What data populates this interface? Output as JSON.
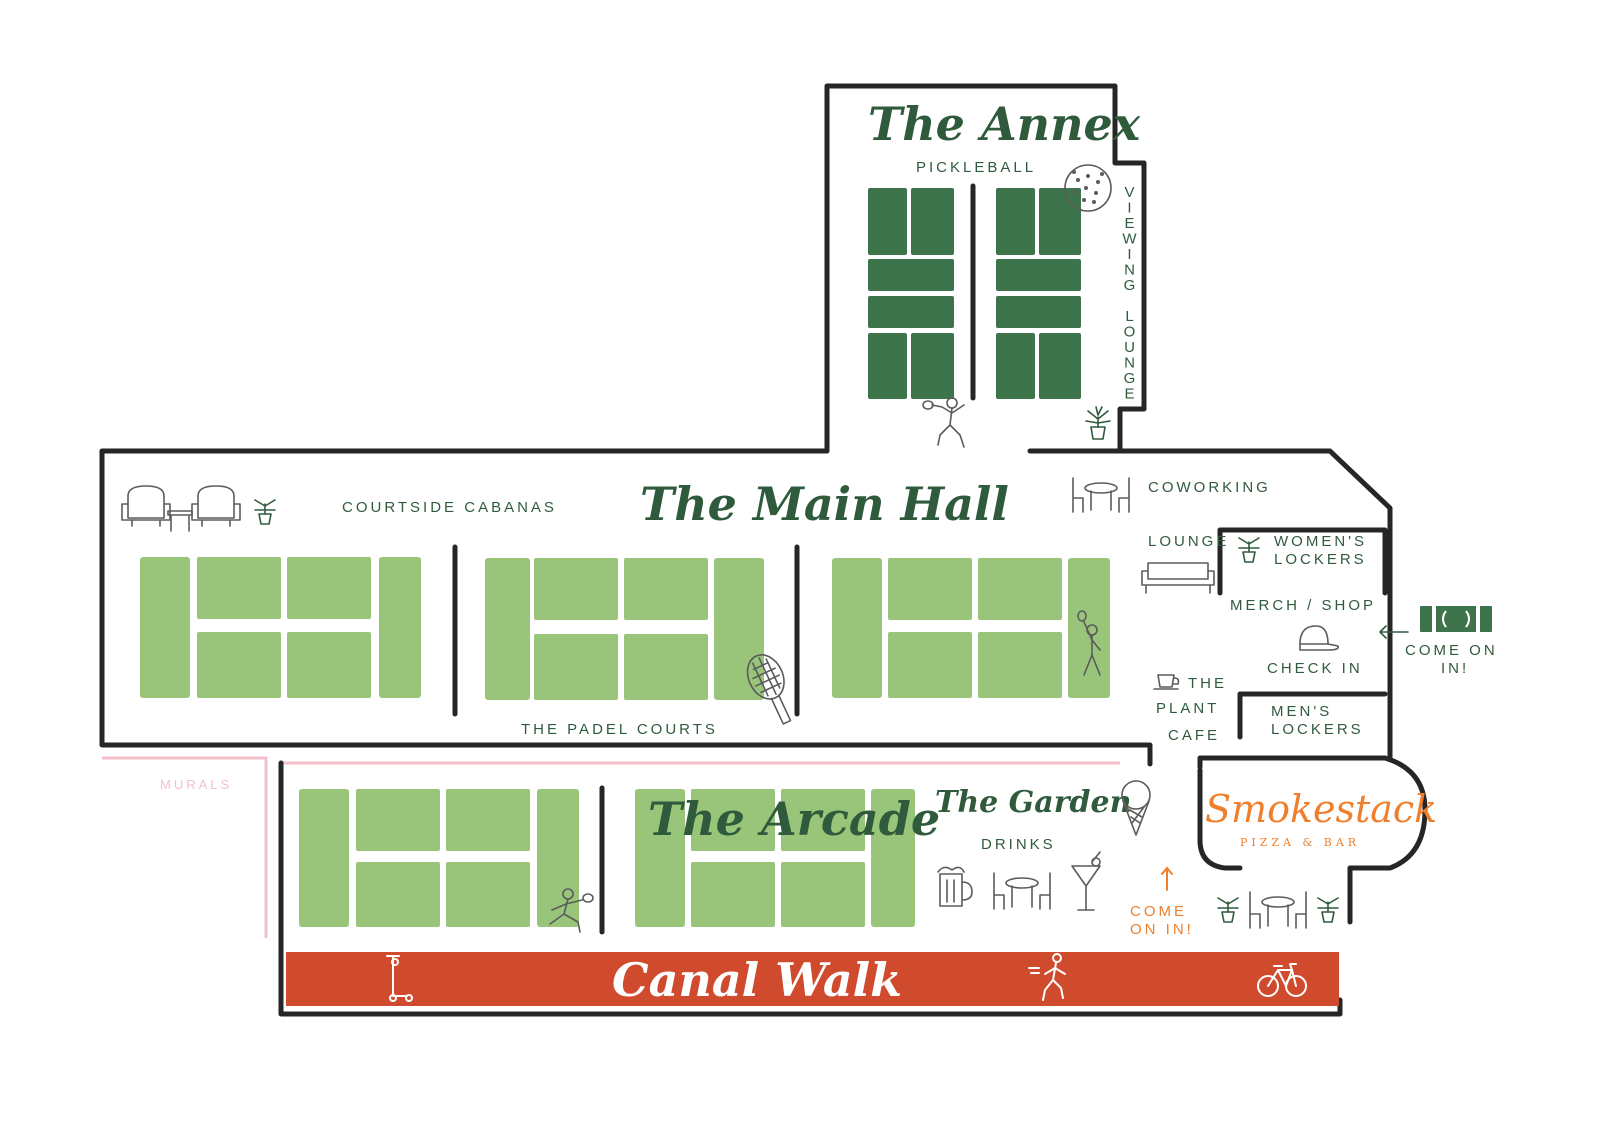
{
  "zones": {
    "annex": "The Annex",
    "main_hall": "The Main Hall",
    "arcade": "The Arcade",
    "garden": "The Garden",
    "canal_walk": "Canal Walk"
  },
  "labels": {
    "pickleball": "PICKLEBALL",
    "viewing_lounge": "VIEWING LOUNGE",
    "courtside_cabanas": "COURTSIDE CABANAS",
    "coworking": "COWORKING",
    "lounge": "LOUNGE",
    "womens_lockers_1": "WOMEN'S",
    "womens_lockers_2": "LOCKERS",
    "merch_shop": "MERCH / SHOP",
    "check_in": "CHECK IN",
    "plant_cafe_1": "THE",
    "plant_cafe_2": "PLANT",
    "plant_cafe_3": "CAFE",
    "mens_lockers_1": "MEN'S",
    "mens_lockers_2": "LOCKERS",
    "padel_courts": "THE PADEL COURTS",
    "murals": "MURALS",
    "drinks": "DRINKS",
    "come_on_in_right_1": "COME ON",
    "come_on_in_right_2": "IN!",
    "come_on_in_bottom_1": "COME",
    "come_on_in_bottom_2": "ON IN!"
  },
  "restaurant": {
    "name": "Smokestack",
    "tagline": "PIZZA & BAR"
  },
  "colors": {
    "dark_green": "#3d744c",
    "light_green": "#98c57a",
    "text_green": "#2f5b3c",
    "canal_red": "#d04a2d",
    "orange": "#ef7f2c",
    "murals_pink": "#f4bfca",
    "wall": "#262626"
  },
  "icons": [
    "armchair-icon",
    "side-table-icon",
    "plant-icon",
    "table-chairs-icon",
    "sofa-icon",
    "coffee-cup-icon",
    "cap-icon",
    "entrance-door-icon",
    "arrow-left-icon",
    "pickleball-icon",
    "padel-racket-icon",
    "player-icon",
    "ice-cream-icon",
    "beer-mug-icon",
    "cocktail-icon",
    "arrow-up-icon",
    "scooter-icon",
    "runner-icon",
    "bicycle-icon"
  ]
}
